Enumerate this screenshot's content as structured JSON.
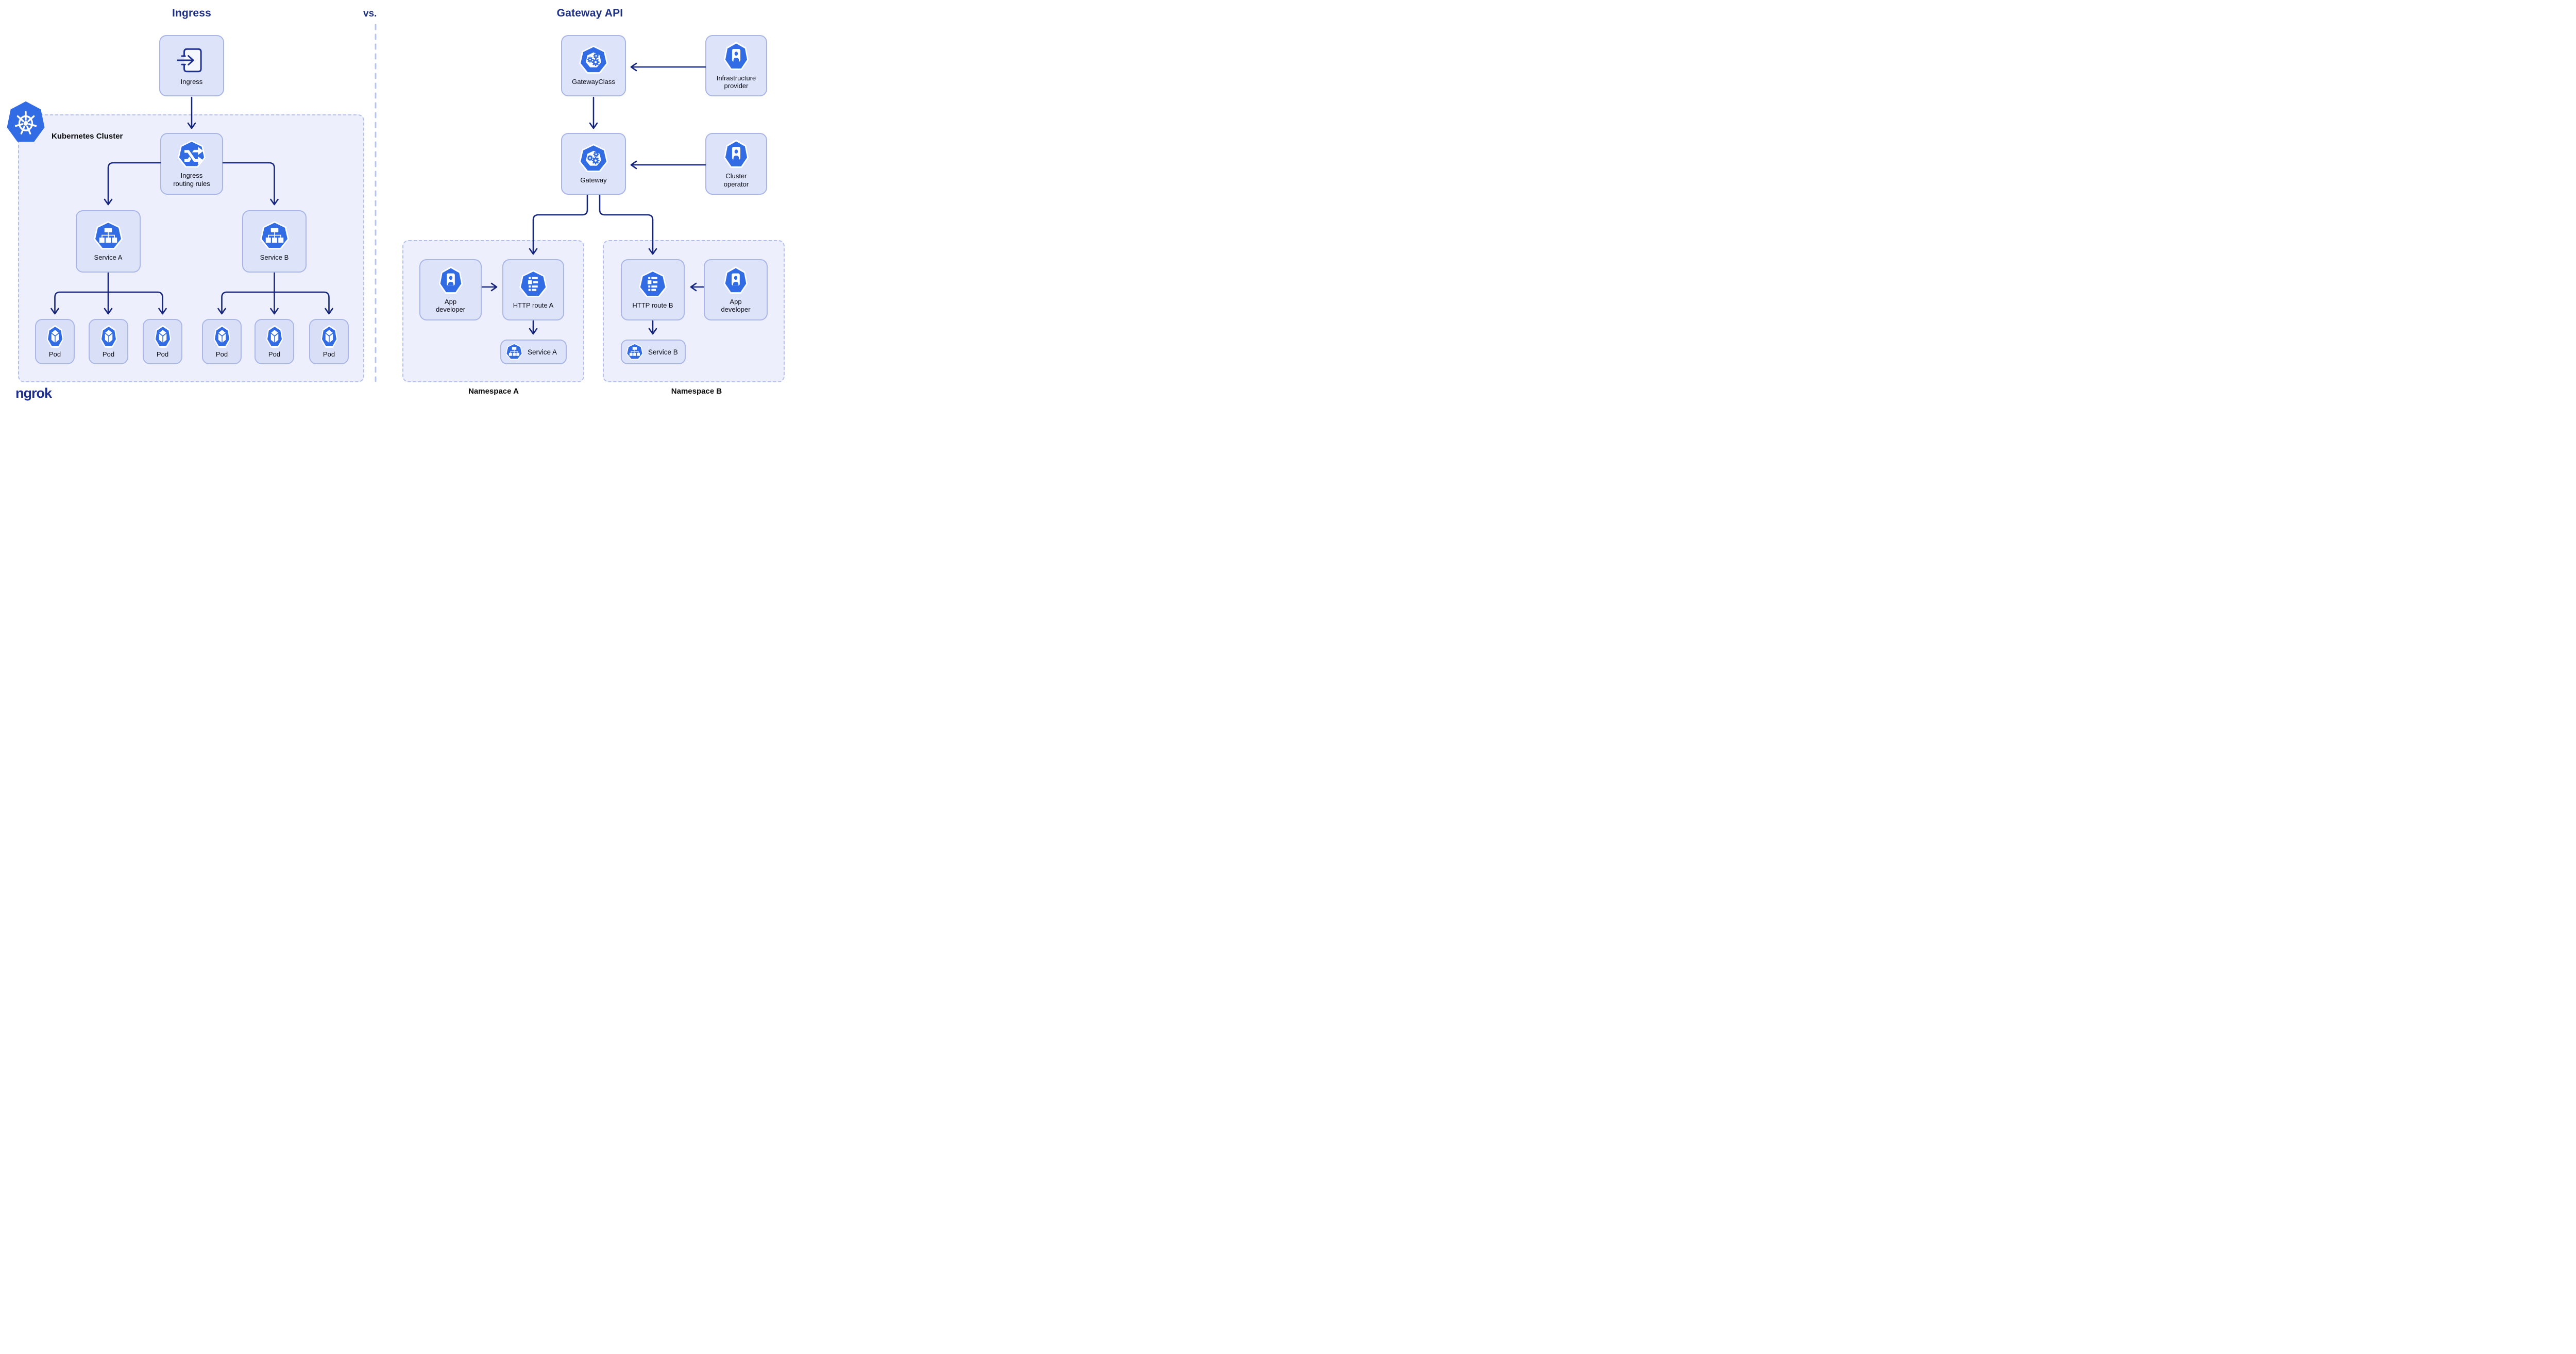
{
  "titles": {
    "ingress": "Ingress",
    "versus": "vs.",
    "gateway_api": "Gateway API"
  },
  "ingress_side": {
    "ingress_node": "Ingress",
    "cluster_label": "Kubernetes Cluster",
    "routing_node": "Ingress\nrouting rules",
    "service_a": "Service A",
    "service_b": "Service B",
    "pods": [
      "Pod",
      "Pod",
      "Pod",
      "Pod",
      "Pod",
      "Pod"
    ]
  },
  "gateway_side": {
    "gateway_class": "GatewayClass",
    "infrastructure_provider": "Infrastructure\nprovider",
    "gateway": "Gateway",
    "cluster_operator": "Cluster\noperator",
    "namespace_a": {
      "label": "Namespace A",
      "app_developer": "App\ndeveloper",
      "http_route": "HTTP route A",
      "service": "Service A"
    },
    "namespace_b": {
      "label": "Namespace B",
      "app_developer": "App\ndeveloper",
      "http_route": "HTTP route B",
      "service": "Service B"
    }
  },
  "footer": {
    "brand": "ngrok"
  },
  "colors": {
    "kubernetes_blue": "#326ce5",
    "arrow": "#16257d",
    "title": "#1c2f87",
    "node_fill": "#dde3f9",
    "node_border": "#a9b6e6",
    "pod_fill": "#d8dff7",
    "container_fill": "#edf0fc",
    "container_border": "#b3c0ee",
    "text": "#0b0b14"
  }
}
